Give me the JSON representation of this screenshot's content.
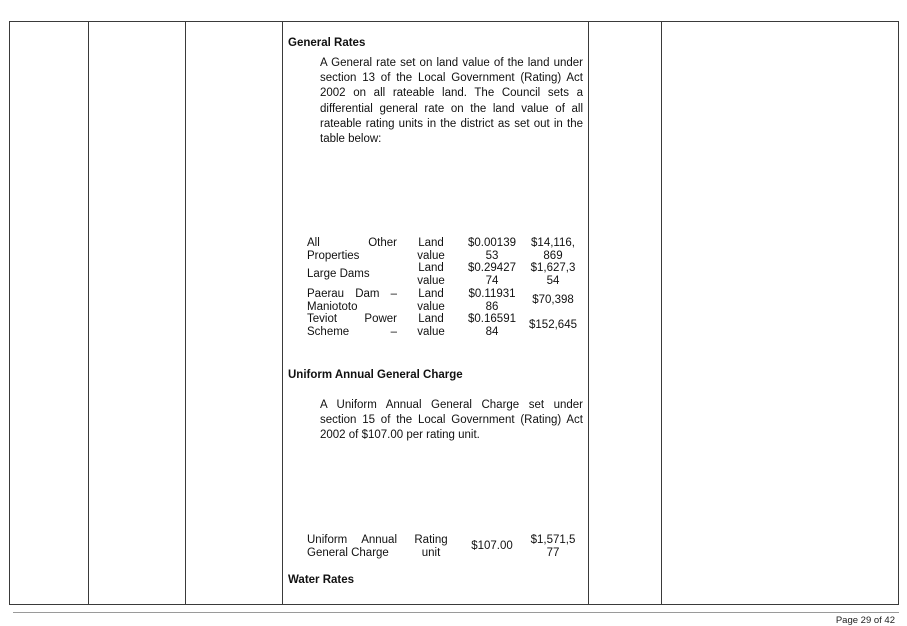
{
  "sections": {
    "general_rates": {
      "heading": "General Rates",
      "paragraph": "A General rate set on land value of the land under section 13 of the Local Government (Rating) Act 2002 on all rateable land. The Council sets a differential general rate on the land value of all rateable rating units in the district as set out in the table below:",
      "rows": [
        {
          "category_line1": "All Other",
          "category_line2": "Properties",
          "basis_line1": "Land",
          "basis_line2": "value",
          "rate_line1": "$0.00139",
          "rate_line2": "53",
          "total_line1": "$14,116,",
          "total_line2": "869"
        },
        {
          "category": "Large Dams",
          "basis_line1": "Land",
          "basis_line2": "value",
          "rate_line1": "$0.29427",
          "rate_line2": "74",
          "total_line1": "$1,627,3",
          "total_line2": "54"
        },
        {
          "category_line1": "Paerau Dam –",
          "category_line2": "Maniototo",
          "basis_line1": "Land",
          "basis_line2": "value",
          "rate_line1": "$0.11931",
          "rate_line2": "86",
          "total": "$70,398"
        },
        {
          "category_line1": "Teviot Power",
          "category_line2": "Scheme –",
          "basis_line1": "Land",
          "basis_line2": "value",
          "rate_line1": "$0.16591",
          "rate_line2": "84",
          "total": "$152,645"
        }
      ]
    },
    "uagc": {
      "heading": "Uniform Annual General Charge",
      "paragraph": "A Uniform Annual General Charge set under section 15 of the Local Government (Rating) Act 2002 of $107.00 per rating unit.",
      "row": {
        "category_line1": "Uniform Annual",
        "category_line2": "General Charge",
        "basis_line1": "Rating",
        "basis_line2": "unit",
        "rate": "$107.00",
        "total_line1": "$1,571,5",
        "total_line2": "77"
      }
    },
    "water_rates": {
      "heading": "Water Rates"
    }
  },
  "footer": {
    "page": "Page 29 of 42"
  }
}
